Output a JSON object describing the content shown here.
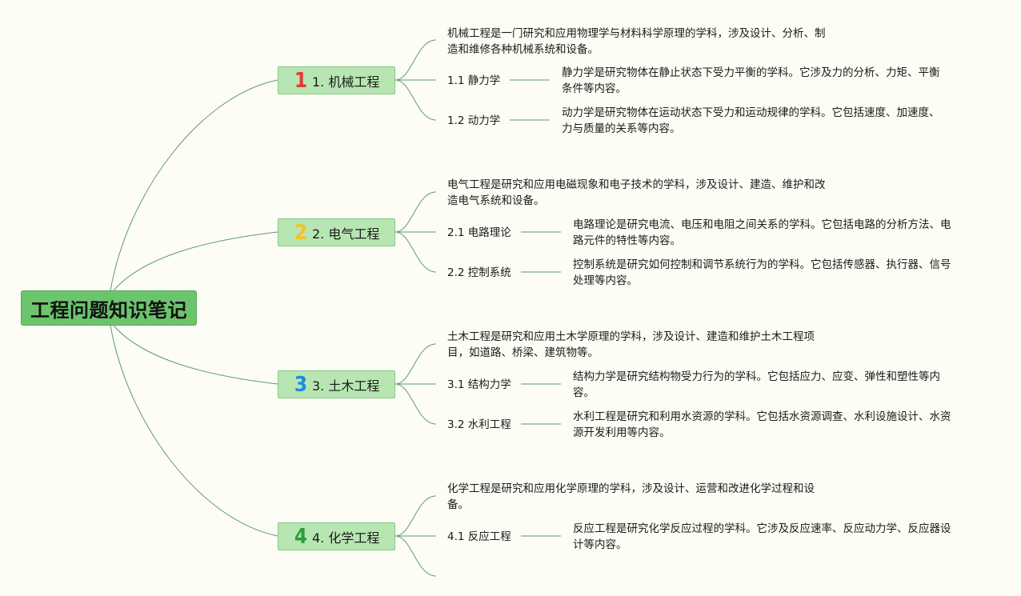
{
  "root": {
    "title": "工程问题知识笔记"
  },
  "topics": [
    {
      "number": "1",
      "color": "#e53935",
      "label": "1. 机械工程",
      "desc_lines": [
        "机械工程是一门研究和应用物理学与材料科学原理的学科，涉及设计、分析、制",
        "造和维修各种机械系统和设备。"
      ],
      "subs": [
        {
          "label": "1.1 静力学",
          "lines": [
            "静力学是研究物体在静止状态下受力平衡的学科。它涉及力的分析、力矩、平衡",
            "条件等内容。"
          ]
        },
        {
          "label": "1.2 动力学",
          "lines": [
            "动力学是研究物体在运动状态下受力和运动规律的学科。它包括速度、加速度、",
            "力与质量的关系等内容。"
          ]
        }
      ]
    },
    {
      "number": "2",
      "color": "#f2c12e",
      "label": "2. 电气工程",
      "desc_lines": [
        "电气工程是研究和应用电磁现象和电子技术的学科，涉及设计、建造、维护和改",
        "造电气系统和设备。"
      ],
      "subs": [
        {
          "label": "2.1 电路理论",
          "lines": [
            "电路理论是研究电流、电压和电阻之间关系的学科。它包括电路的分析方法、电",
            "路元件的特性等内容。"
          ]
        },
        {
          "label": "2.2 控制系统",
          "lines": [
            "控制系统是研究如何控制和调节系统行为的学科。它包括传感器、执行器、信号",
            "处理等内容。"
          ]
        }
      ]
    },
    {
      "number": "3",
      "color": "#1e88e5",
      "label": "3. 土木工程",
      "desc_lines": [
        "土木工程是研究和应用土木学原理的学科，涉及设计、建造和维护土木工程项",
        "目，如道路、桥梁、建筑物等。"
      ],
      "subs": [
        {
          "label": "3.1 结构力学",
          "lines": [
            "结构力学是研究结构物受力行为的学科。它包括应力、应变、弹性和塑性等内",
            "容。"
          ]
        },
        {
          "label": "3.2 水利工程",
          "lines": [
            "水利工程是研究和利用水资源的学科。它包括水资源调查、水利设施设计、水资",
            "源开发利用等内容。"
          ]
        }
      ]
    },
    {
      "number": "4",
      "color": "#2e9d3a",
      "label": "4. 化学工程",
      "desc_lines": [
        "化学工程是研究和应用化学原理的学科，涉及设计、运营和改进化学过程和设",
        "备。"
      ],
      "subs": [
        {
          "label": "4.1 反应工程",
          "lines": [
            "反应工程是研究化学反应过程的学科。它涉及反应速率、反应动力学、反应器设",
            "计等内容。"
          ]
        }
      ]
    }
  ]
}
